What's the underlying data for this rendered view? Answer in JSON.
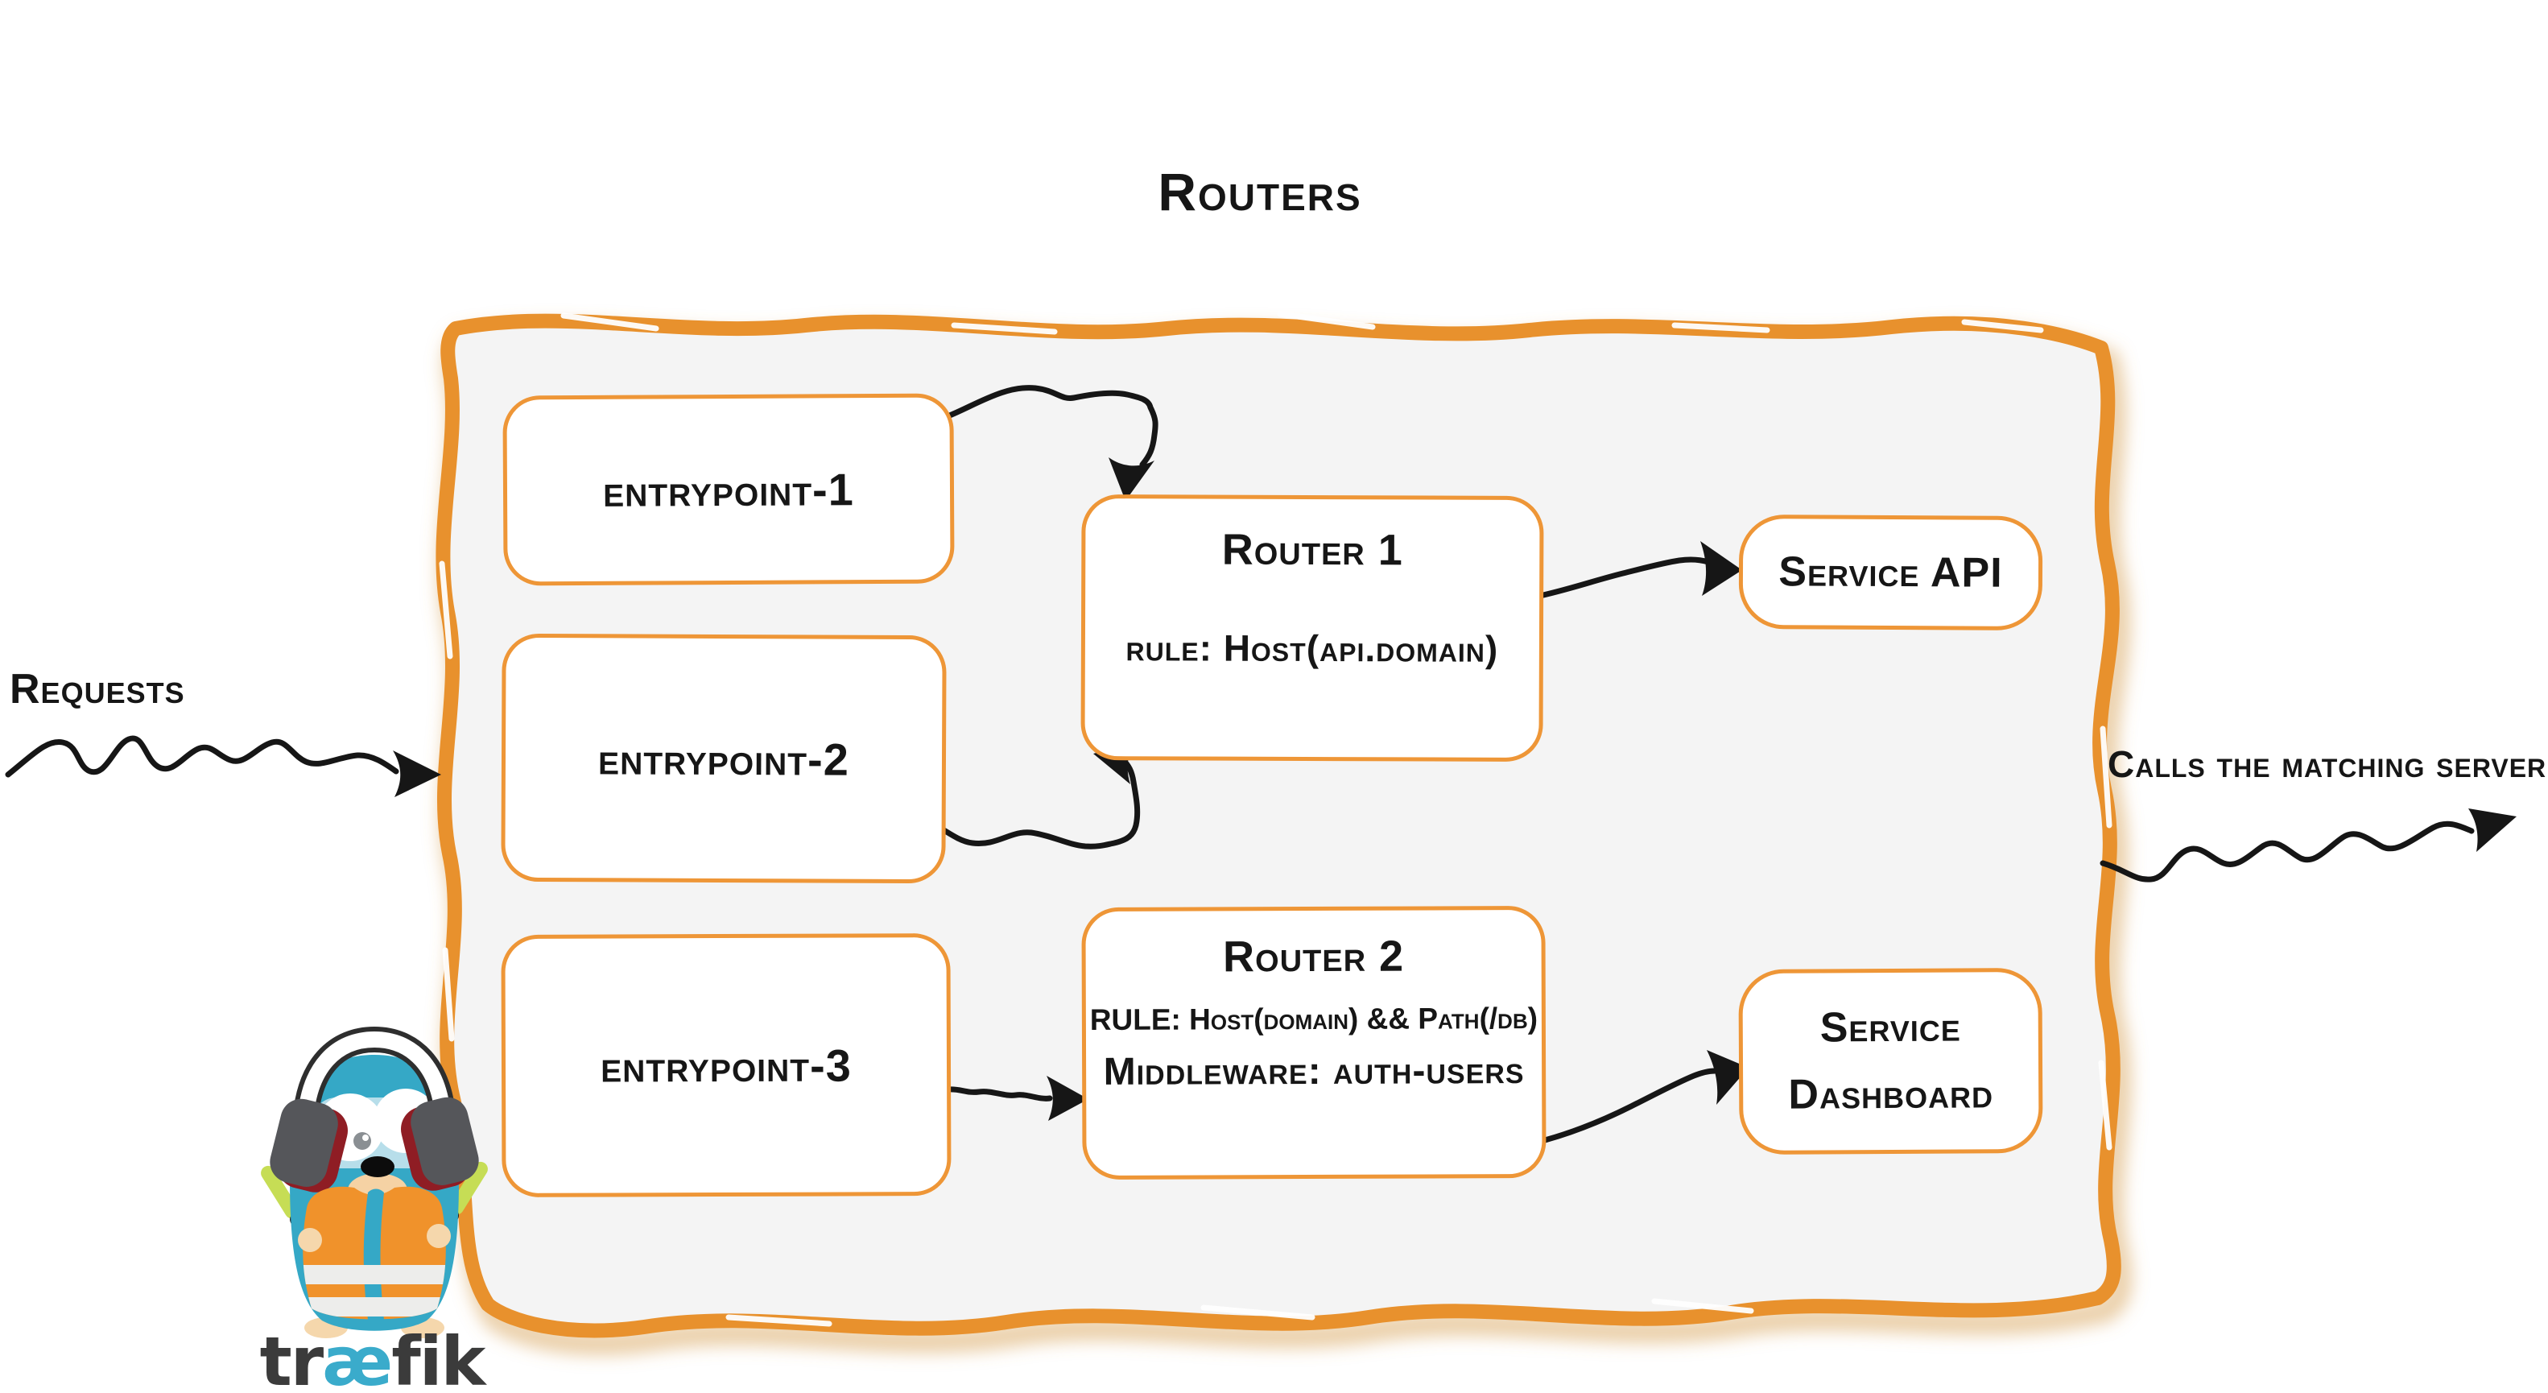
{
  "title": "Routers",
  "side_labels": {
    "requests": "Requests",
    "calls_matching_server": "Calls the matching server"
  },
  "entrypoints": [
    {
      "label": "entrypoint-1"
    },
    {
      "label": "entrypoint-2"
    },
    {
      "label": "entrypoint-3"
    }
  ],
  "routers": [
    {
      "name": "Router 1",
      "rule": "rule: Host(api.domain)"
    },
    {
      "name": "Router 2",
      "rule": "RULE: Host(domain) && Path(/db)",
      "middleware": "Middleware: auth-users"
    }
  ],
  "services": [
    {
      "label": "Service API"
    },
    {
      "line1": "Service",
      "line2": "Dashboard"
    }
  ],
  "logo": {
    "wordmark_part1": "tr",
    "wordmark_part2": "æ",
    "wordmark_part3": "fik"
  },
  "colors": {
    "container_border_orange": "#E8912D",
    "node_border_orange": "#EE9637",
    "container_fill": "#F4F4F4",
    "ink": "#161616",
    "gopher_teal": "#35A8C6",
    "vest_orange": "#F0922B",
    "baton_lime": "#C6DD55",
    "wordmark_dark": "#3B3B3B",
    "wordmark_teal": "#3AABCB"
  }
}
